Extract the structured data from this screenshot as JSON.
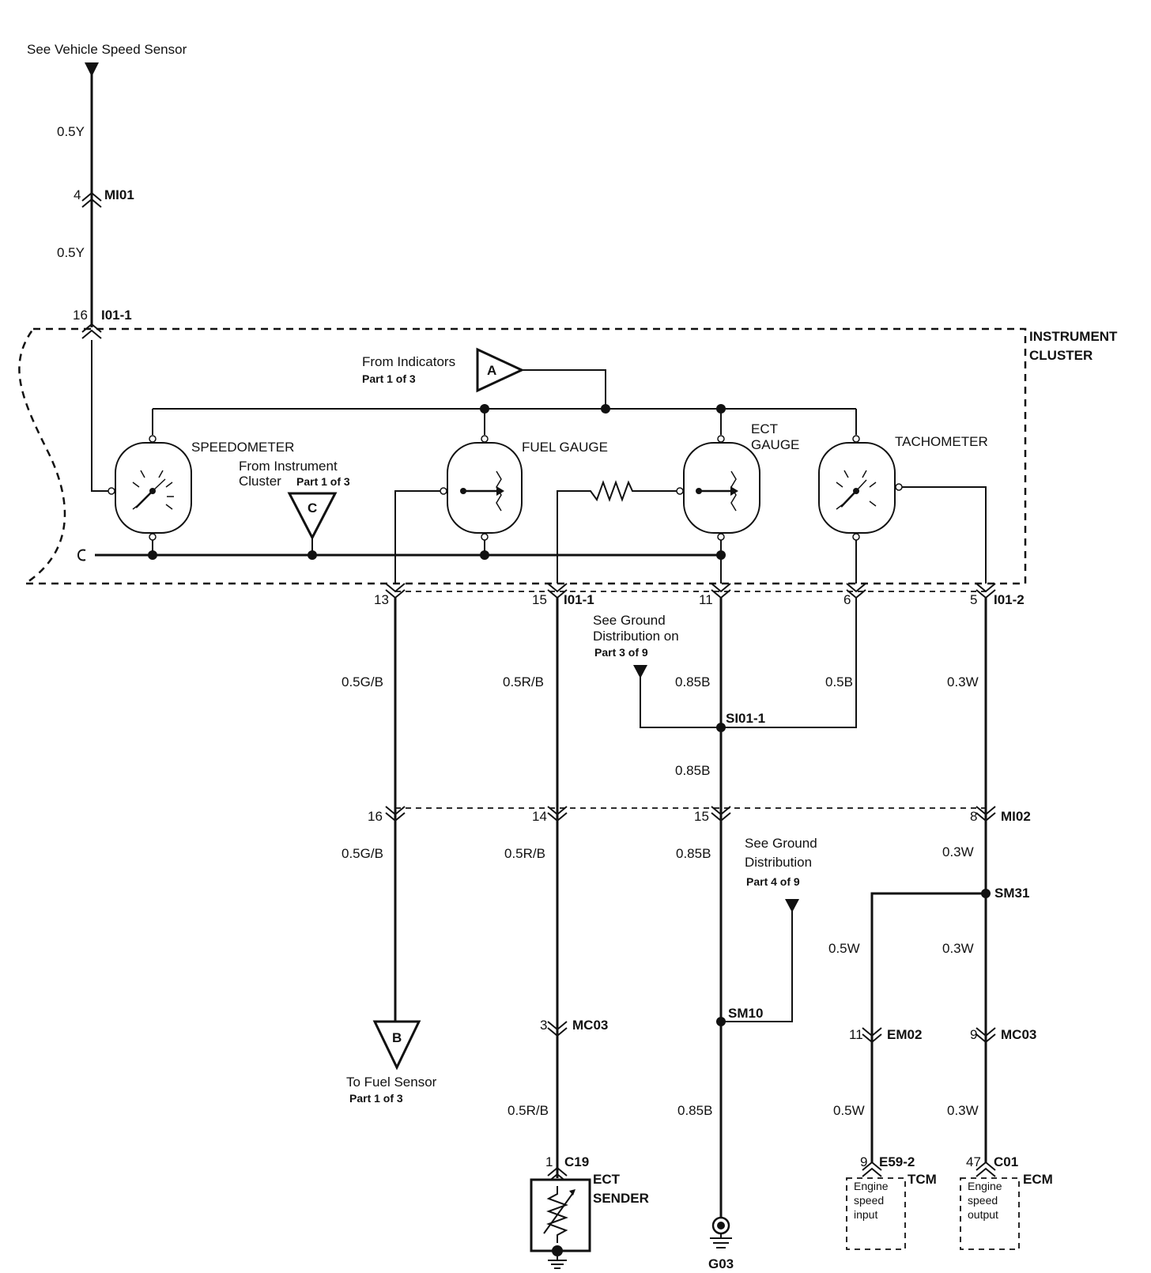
{
  "refs": {
    "vehicle_speed_sensor": "See Vehicle Speed Sensor",
    "from_indicators": "From Indicators",
    "from_indicators_part": "Part 1 of 3",
    "from_cluster_1": "From Instrument",
    "from_cluster_2": "Cluster",
    "from_cluster_part": "Part 1 of 3",
    "ground_dist_1": "See Ground",
    "ground_dist_2": "Distribution on",
    "ground_dist_part": "Part 3 of 9",
    "ground_dist_b1": "See Ground",
    "ground_dist_b2": "Distribution",
    "ground_dist_b_part": "Part 4 of 9",
    "fuel_sensor": "To Fuel Sensor",
    "fuel_sensor_part": "Part 1 of 3"
  },
  "offpage": {
    "a": "A",
    "b": "B",
    "c": "C"
  },
  "cluster": {
    "title_1": "INSTRUMENT",
    "title_2": "CLUSTER"
  },
  "components": {
    "speedometer": "SPEEDOMETER",
    "fuel_gauge": "FUEL GAUGE",
    "ect_gauge_1": "ECT",
    "ect_gauge_2": "GAUGE",
    "tachometer": "TACHOMETER",
    "ect_sender_1": "ECT",
    "ect_sender_2": "SENDER",
    "tcm": "TCM",
    "ecm": "ECM",
    "tcm_box": [
      "Engine",
      "speed",
      "input"
    ],
    "ecm_box": [
      "Engine",
      "speed",
      "output"
    ],
    "ground": "G03"
  },
  "connectors": {
    "mi01": "MI01",
    "i01_1": "I01-1",
    "i01_1b": "I01-1",
    "i01_2": "I01-2",
    "mi02": "MI02",
    "mc03a": "MC03",
    "mc03b": "MC03",
    "em02": "EM02",
    "c19": "C19",
    "e59_2": "E59-2",
    "c01": "C01"
  },
  "splices": {
    "si01_1": "SI01-1",
    "sm10": "SM10",
    "sm31": "SM31"
  },
  "pins": {
    "mi01": "4",
    "i01_16": "16",
    "i01_13": "13",
    "i01_15": "15",
    "i01_11": "11",
    "i01_6": "6",
    "i01_5": "5",
    "mi02_16": "16",
    "mi02_14": "14",
    "mi02_15": "15",
    "mi02_8": "8",
    "mc03_3": "3",
    "em02_11": "11",
    "mc03_9": "9",
    "c19_1": "1",
    "e59_9": "9",
    "c01_47": "47"
  },
  "wires": {
    "speed_1": "0.5Y",
    "speed_2": "0.5Y",
    "fuel_1": "0.5G/B",
    "fuel_2": "0.5G/B",
    "ect_1": "0.5R/B",
    "ect_2": "0.5R/B",
    "ect_3": "0.5R/B",
    "gnd_1": "0.85B",
    "gnd_2": "0.5B",
    "gnd_3": "0.85B",
    "gnd_4": "0.85B",
    "gnd_5": "0.85B",
    "tach_1": "0.3W",
    "tach_2": "0.3W",
    "tach_3": "0.3W",
    "tach_4": "0.3W",
    "tcm_1": "0.5W",
    "tcm_2": "0.5W"
  }
}
